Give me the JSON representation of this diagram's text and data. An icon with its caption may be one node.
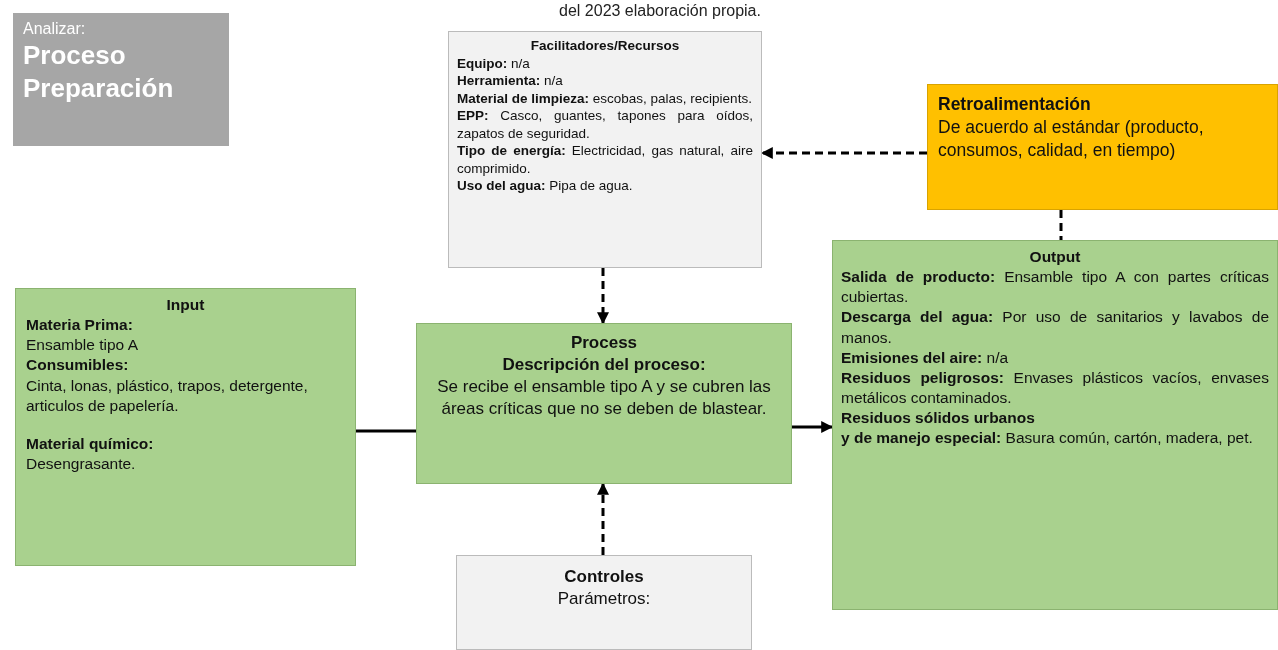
{
  "diagram": {
    "nodes": [
      {
        "text": [
          "Analizar:",
          "Proceso Preparación"
        ]
      },
      {
        "text": [
          "Facilitadores/Recursos",
          "**Equipo:** n/a",
          "**Herramienta:** n/a",
          "**Material de limpieza:** escobas, palas, recipients.",
          "**EPP:** Casco, guantes, tapones para oídos, zapatos de seguridad.",
          "**Tipo de energía:** Electricidad, gas natural, aire comprimido.",
          "**Uso del agua:** Pipa de agua."
        ]
      },
      {
        "text": [
          "Retroalimentación",
          "De acuerdo al estándar (producto, consumos, calidad, en tiempo)"
        ]
      },
      {
        "text": [
          "Input",
          "Materia Prima:",
          "Ensamble tipo A",
          "Consumibles:",
          "Cinta, lonas, plástico, trapos, detergente, articulos de papelería.",
          "Material químico:",
          "Desengrasante."
        ]
      },
      {
        "text": [
          "Process",
          "Descripción del proceso:",
          "Se recibe el ensamble tipo A y se cubren las áreas críticas que no se deben de blastear."
        ]
      },
      {
        "text": [
          "Output",
          "**Salida de producto:** Ensamble tipo A con partes críticas cubiertas.",
          "**Descarga del agua:** Por uso de sanitarios y lavabos de manos.",
          "**Emisiones del aire:** n/a",
          "**Residuos peligrosos:** Envases plásticos vacíos, envases metálicos contaminados.",
          "Residuos sólidos urbanos",
          "**y de manejo especial:** Basura común, cartón, madera, pet."
        ]
      },
      {
        "text": [
          "Controles",
          "Parámetros:"
        ]
      }
    ],
    "edges": [
      {
        "from": 3,
        "to": 4,
        "arrow": "none"
      },
      {
        "from": 4,
        "to": 5,
        "arrow": "to"
      },
      {
        "from": 1,
        "to": 4,
        "arrow": "to",
        "style": "dashed"
      },
      {
        "from": 6,
        "to": 4,
        "arrow": "to",
        "style": "dashed"
      },
      {
        "from": 2,
        "to": 1,
        "arrow": "to",
        "style": "dashed"
      },
      {
        "from": 2,
        "to": 5,
        "arrow": "none",
        "style": "dashed"
      }
    ],
    "labels": [
      "del 2023 elaboración propia."
    ]
  }
}
